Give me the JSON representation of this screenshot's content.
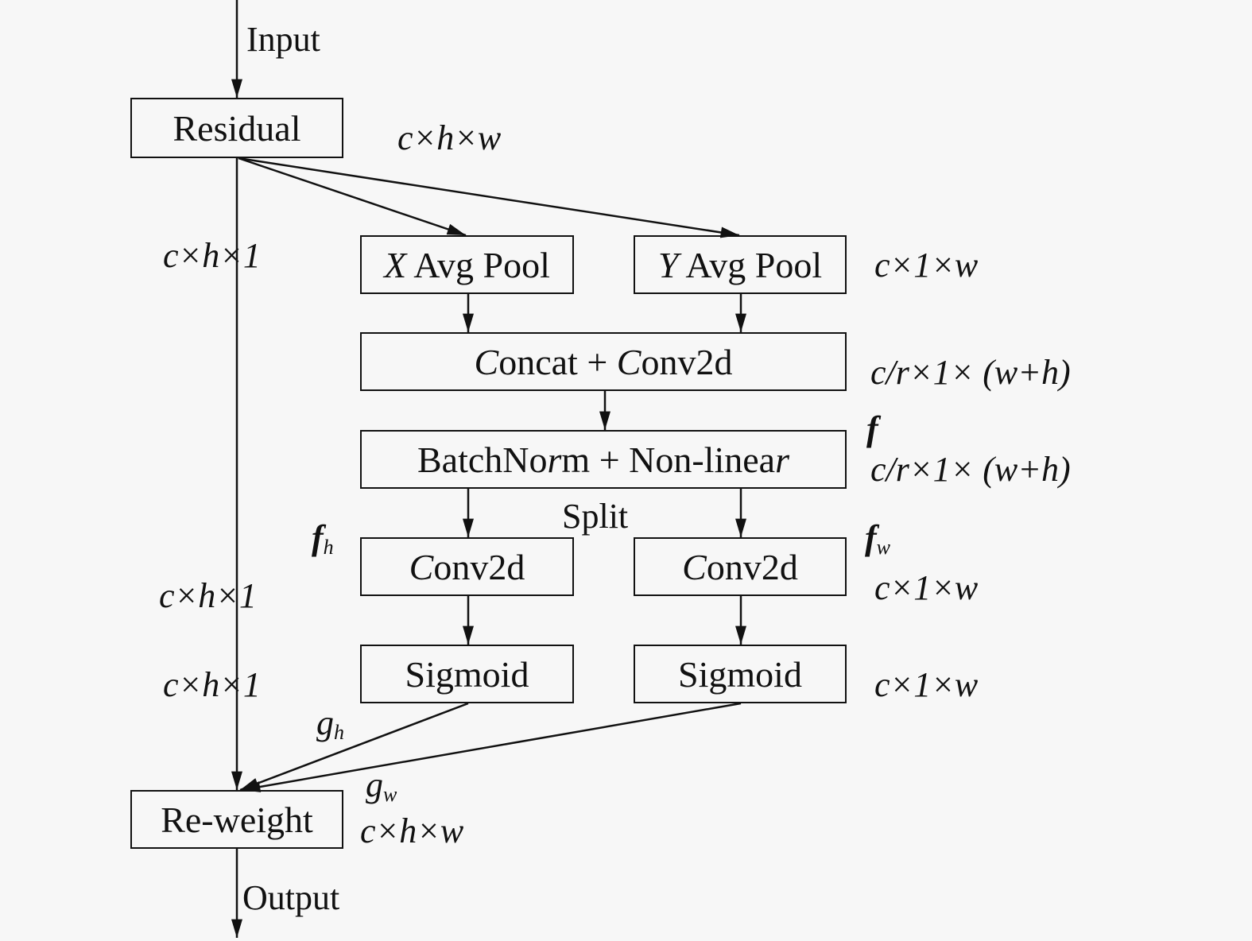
{
  "diagram": {
    "title": "Coordinate attention block",
    "io": {
      "input": "Input",
      "output": "Output"
    },
    "boxes": {
      "residual": "Residual",
      "x_avg_pool": {
        "axis": "X",
        "rest": " Avg Pool"
      },
      "y_avg_pool": {
        "axis": "Y",
        "rest": " Avg Pool"
      },
      "concat_conv": {
        "c1": "C",
        "t1": "oncat + ",
        "c2": "C",
        "t2": "onv2d"
      },
      "bn_nonlinear": {
        "t1": "BatchNo",
        "r1": "r",
        "t2": "m + Non-linea",
        "r2": "r"
      },
      "conv2d_h": {
        "c": "C",
        "rest": "onv2d"
      },
      "conv2d_w": {
        "c": "C",
        "rest": "onv2d"
      },
      "sigmoid_h": "Sigmoid",
      "sigmoid_w": "Sigmoid",
      "reweight": "Re-weight"
    },
    "labels": {
      "split": "Split",
      "dim_residual_out": "c×h×w",
      "dim_skip_1": "c×h×1",
      "dim_skip_2": "c×h×1",
      "dim_skip_3": "c×h×1",
      "dim_pool": "c×1×w",
      "dim_concat": "c/r×1× (w+h)",
      "f": "f",
      "dim_bn": "c/r×1× (w+h)",
      "fh": {
        "base": "f",
        "sub": "h"
      },
      "fw": {
        "base": "f",
        "sub": "w"
      },
      "dim_conv_w": "c×1×w",
      "dim_sigmoid_w": "c×1×w",
      "gh": {
        "base": "g",
        "sub": "h"
      },
      "gw": {
        "base": "g",
        "sub": "w"
      },
      "dim_reweight": "c×h×w"
    }
  }
}
